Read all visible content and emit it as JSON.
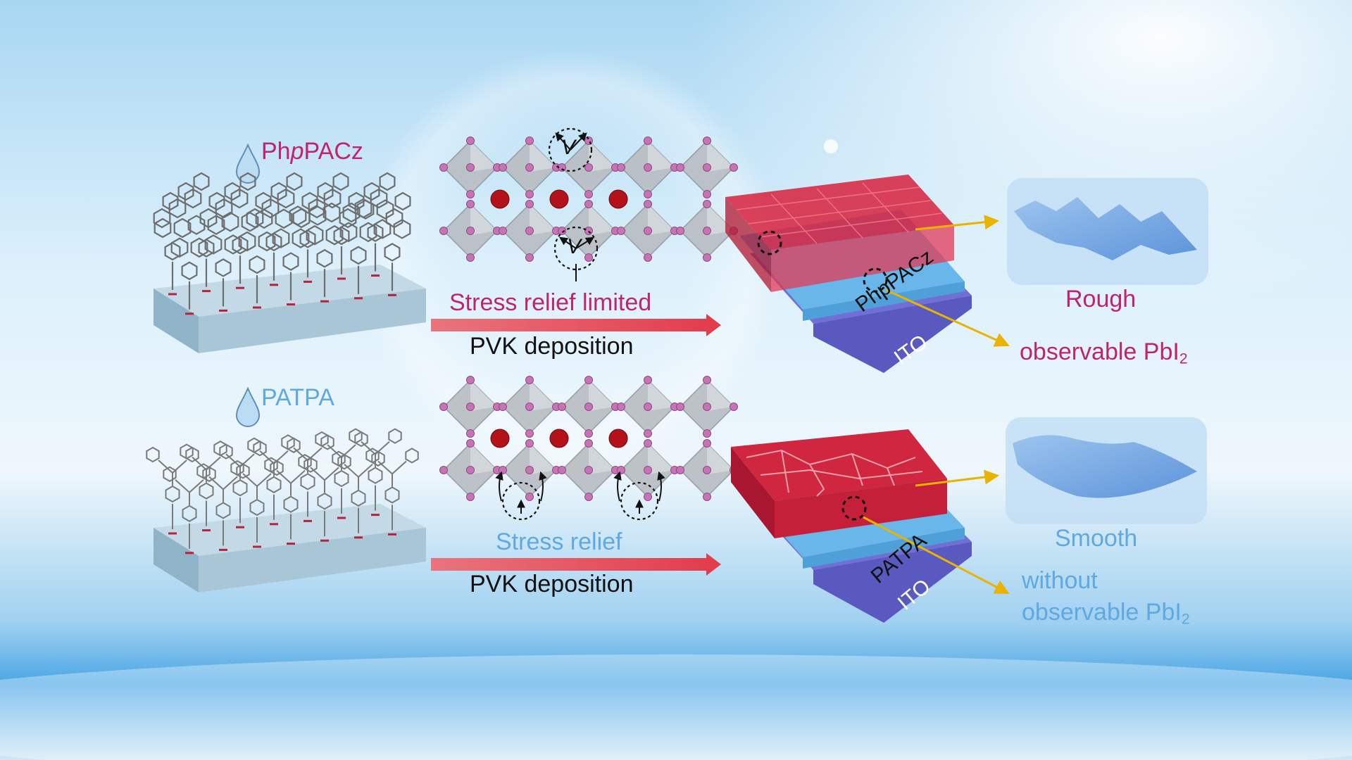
{
  "colors": {
    "magenta": "#c0246d",
    "blue_text": "#5fa9e3",
    "arrow_red": "#e8505c",
    "perovskite_red": "#d8213d",
    "octahedron_gray": "#b8bdc2",
    "iodide_pink": "#c774b7",
    "cation_red": "#b3121b",
    "substrate_blue": "#a9c6d6",
    "ito_purple": "#6f6fd6",
    "sam_blue": "#63b2e8",
    "yellow_arrow": "#e8b400",
    "surface_blue": "#7eaee6"
  },
  "top": {
    "molecule_prefix": "Ph",
    "molecule_italic": "p",
    "molecule_suffix": "PACz",
    "process_label": "Stress relief limited",
    "deposition_label": "PVK deposition",
    "layer_sam": "PhpPACz",
    "layer_ito": "ITO",
    "morphology_label": "Rough",
    "pbi2_label": "observable PbI",
    "pbi2_sub": "2",
    "vacancy_symbol": "V"
  },
  "bottom": {
    "molecule": "PATPA",
    "process_label": "Stress relief",
    "deposition_label": "PVK deposition",
    "layer_sam": "PATPA",
    "layer_ito": "ITO",
    "morphology_label": "Smooth",
    "pbi2_line1": "without",
    "pbi2_line2": "observable PbI",
    "pbi2_sub": "2"
  },
  "icons": [
    "droplet-icon",
    "arrow-right-icon",
    "vacancy-circle-icon"
  ]
}
